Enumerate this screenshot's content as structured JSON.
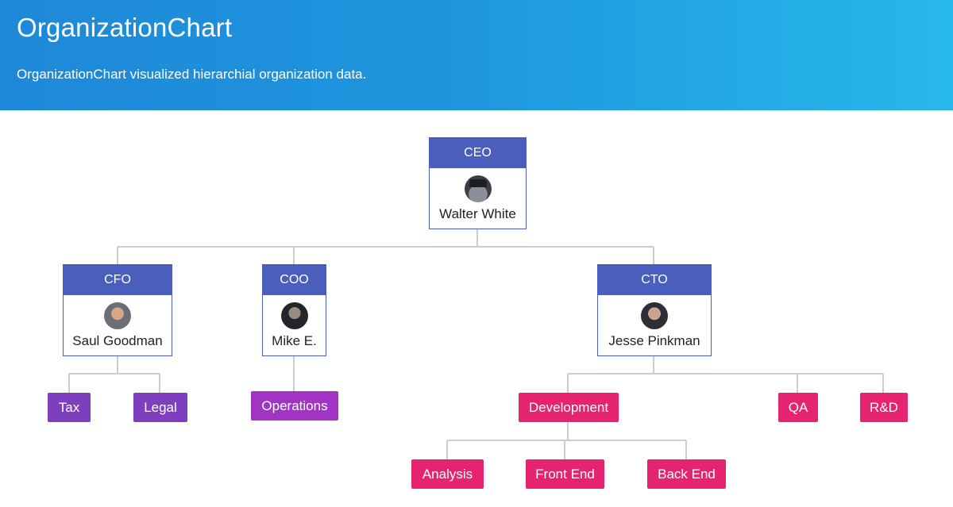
{
  "header": {
    "title": "OrganizationChart",
    "subtitle": "OrganizationChart visualized hierarchial organization data."
  },
  "colors": {
    "header_gradient_start": "#1e88d8",
    "header_gradient_end": "#27b8ea",
    "person_role_bg": "#4a5fbd",
    "unit_purple": "#7e3fbf",
    "unit_magenta": "#a234c5",
    "unit_pink": "#e6236f",
    "connector": "#cccccc"
  },
  "people": {
    "ceo": {
      "role": "CEO",
      "name": "Walter White",
      "avatar_icon": "avatar-walter-white"
    },
    "cfo": {
      "role": "CFO",
      "name": "Saul Goodman",
      "avatar_icon": "avatar-saul-goodman"
    },
    "coo": {
      "role": "COO",
      "name": "Mike E.",
      "avatar_icon": "avatar-mike-e"
    },
    "cto": {
      "role": "CTO",
      "name": "Jesse Pinkman",
      "avatar_icon": "avatar-jesse-pinkman"
    }
  },
  "units": {
    "tax": "Tax",
    "legal": "Legal",
    "operations": "Operations",
    "development": "Development",
    "qa": "QA",
    "rd": "R&D",
    "analysis": "Analysis",
    "frontend": "Front End",
    "backend": "Back End"
  }
}
